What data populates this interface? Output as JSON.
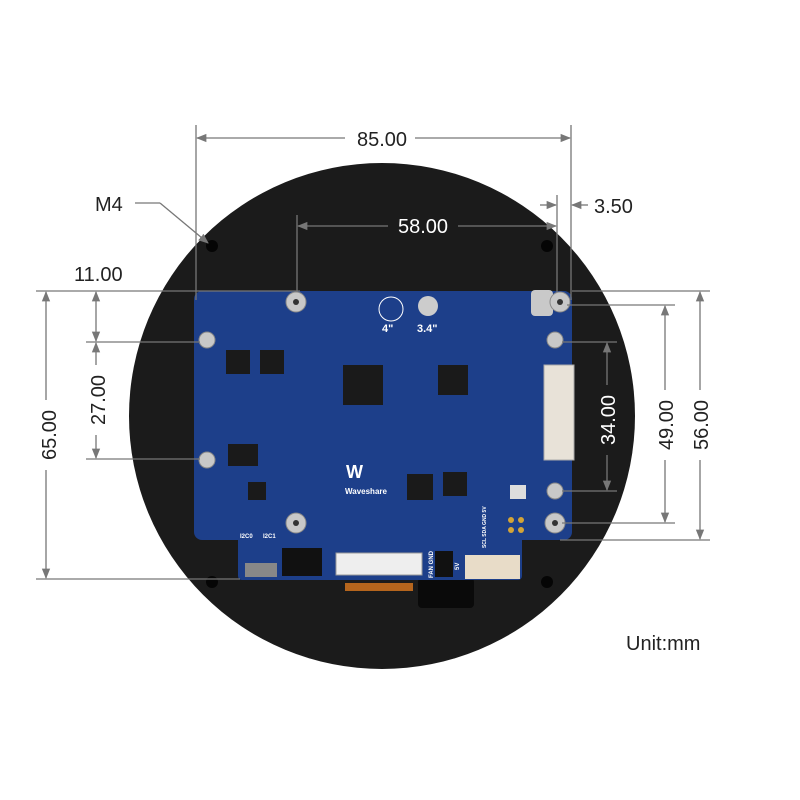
{
  "dimensions": {
    "overall_width": "85.00",
    "hole_spacing_top": "58.00",
    "edge_offset": "3.50",
    "mount_hole": "M4",
    "top_offset": "11.00",
    "overall_height_left": "65.00",
    "hole_spacing_left": "27.00",
    "hole_spacing_right": "34.00",
    "right_height_inner": "49.00",
    "right_height_outer": "56.00"
  },
  "unit_label": "Unit:mm",
  "board": {
    "brand": "Waveshare",
    "size_4": "4\"",
    "size_34": "3.4\"",
    "i2c0": "I2C0",
    "i2c1": "I2C1",
    "fan_label": "FAN GND",
    "fan_5v": "5V",
    "header_pins": "SCL SDA GND 5V"
  },
  "colors": {
    "pcb": "#1d3f8a",
    "case": "#1b1b1b",
    "dim_line": "#777777"
  }
}
